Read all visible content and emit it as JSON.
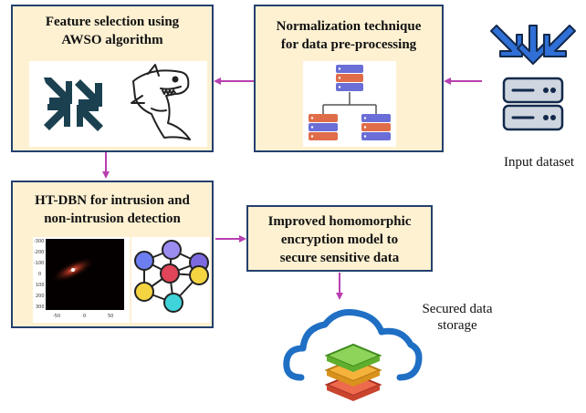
{
  "diagram": {
    "nodes": {
      "feature_selection": {
        "title_line1": "Feature selection using",
        "title_line2": "AWSO algorithm"
      },
      "normalization": {
        "title_line1": "Normalization technique",
        "title_line2": "for data pre-processing"
      },
      "htdbn": {
        "title_line1": "HT-DBN for intrusion and",
        "title_line2": "non-intrusion detection"
      },
      "encryption": {
        "title_line1": "Improved homomorphic",
        "title_line2": "encryption model to",
        "title_line3": "secure sensitive data"
      },
      "input": {
        "label": "Input dataset"
      },
      "storage": {
        "label_line1": "Secured data",
        "label_line2": "storage"
      }
    },
    "plot_ticks": {
      "y": [
        "-300",
        "-200",
        "-100",
        "0",
        "100",
        "200",
        "300"
      ],
      "x": [
        "-50",
        "0",
        "50"
      ]
    },
    "colors": {
      "box_fill": "#fdf1d2",
      "box_border": "#24406e",
      "arrow": "#b83fb0",
      "compress_icon": "#1b4150"
    },
    "icons": [
      "arrows-compress-icon",
      "shark-icon",
      "server-hierarchy-icon",
      "download-arrows-icon",
      "server-icon",
      "cloud-icon",
      "database-layers-icon",
      "neural-network-icon"
    ]
  }
}
